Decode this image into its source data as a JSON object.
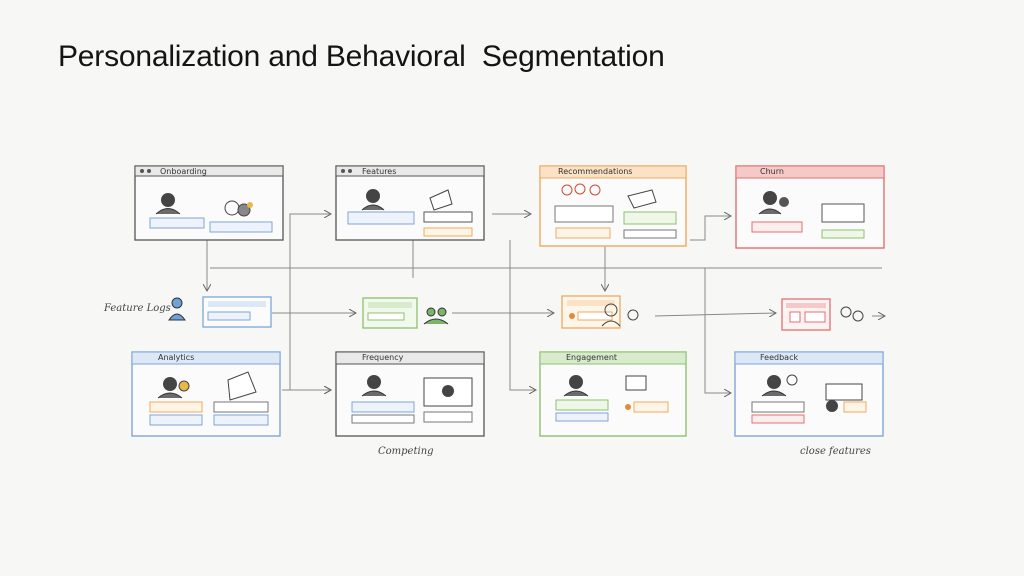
{
  "title": "Personalization and Behavioral  Segmentation",
  "labels": {
    "feature_logs": "Feature Logs",
    "competing": "Competing",
    "close_features": "close features"
  },
  "frames": {
    "top": [
      "Onboarding",
      "Features",
      "Recommendations",
      "Churn"
    ],
    "bottom": [
      "Analytics",
      "Frequency",
      "Engagement",
      "Feedback"
    ]
  },
  "colors": {
    "gray": "#666666",
    "blue": "#7ea6d8",
    "orange": "#f0a860",
    "red": "#e07070",
    "green": "#8cc270",
    "avatar_blue": "#6fa3d8",
    "avatar_green": "#7ab56a",
    "ink": "#333333"
  }
}
